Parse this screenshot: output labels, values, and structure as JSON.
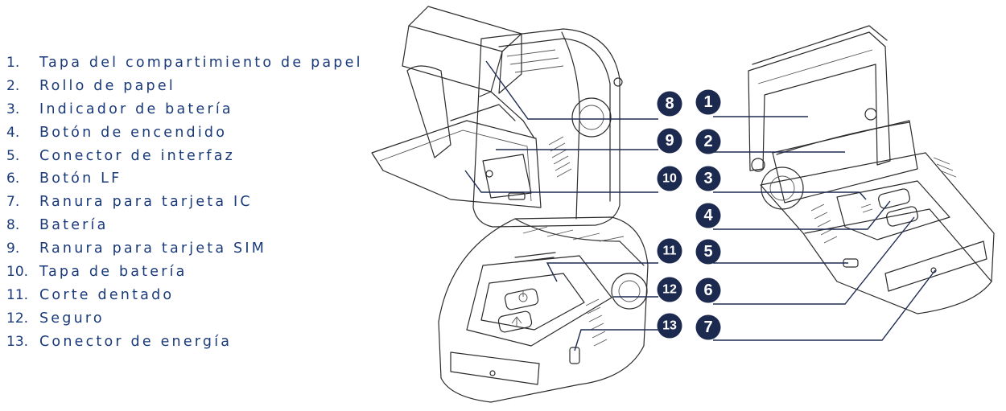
{
  "legend": [
    {
      "num": "1.",
      "label": "Tapa del compartimiento de papel"
    },
    {
      "num": "2.",
      "label": "Rollo de papel"
    },
    {
      "num": "3.",
      "label": "Indicador de batería"
    },
    {
      "num": "4.",
      "label": "Botón de encendido"
    },
    {
      "num": "5.",
      "label": "Conector de interfaz"
    },
    {
      "num": "6.",
      "label": "Botón LF"
    },
    {
      "num": "7.",
      "label": "Ranura para tarjeta IC"
    },
    {
      "num": "8.",
      "label": "Batería"
    },
    {
      "num": "9.",
      "label": "Ranura para tarjeta SIM"
    },
    {
      "num": "10.",
      "label": "Tapa de batería"
    },
    {
      "num": "11.",
      "label": "Corte dentado"
    },
    {
      "num": "12.",
      "label": "Seguro"
    },
    {
      "num": "13.",
      "label": "Conector de energía"
    }
  ],
  "callouts": [
    "1",
    "2",
    "3",
    "4",
    "5",
    "6",
    "7",
    "8",
    "9",
    "10",
    "11",
    "12",
    "13"
  ],
  "colors": {
    "legend_text": "#1a3a7a",
    "badge_fill": "#1d2a50",
    "leader_line": "#1d2c52",
    "line_art": "#2b2b2b"
  },
  "icons": [
    "power-icon",
    "paper-feed-icon"
  ]
}
